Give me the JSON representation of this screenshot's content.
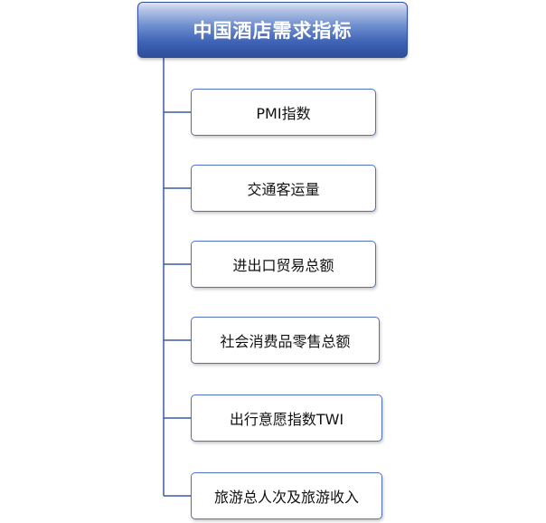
{
  "diagram": {
    "root": {
      "label": "中国酒店需求指标"
    },
    "children": [
      {
        "label": "PMI指数"
      },
      {
        "label": "交通客运量"
      },
      {
        "label": "进出口贸易总额"
      },
      {
        "label": "社会消费品零售总额"
      },
      {
        "label": "出行意愿指数TWI"
      },
      {
        "label": "旅游总人次及旅游收入"
      }
    ]
  },
  "colors": {
    "root_fill": "#3f63b6",
    "box_border": "#4f72bd",
    "connector": "#3a5aa8"
  }
}
